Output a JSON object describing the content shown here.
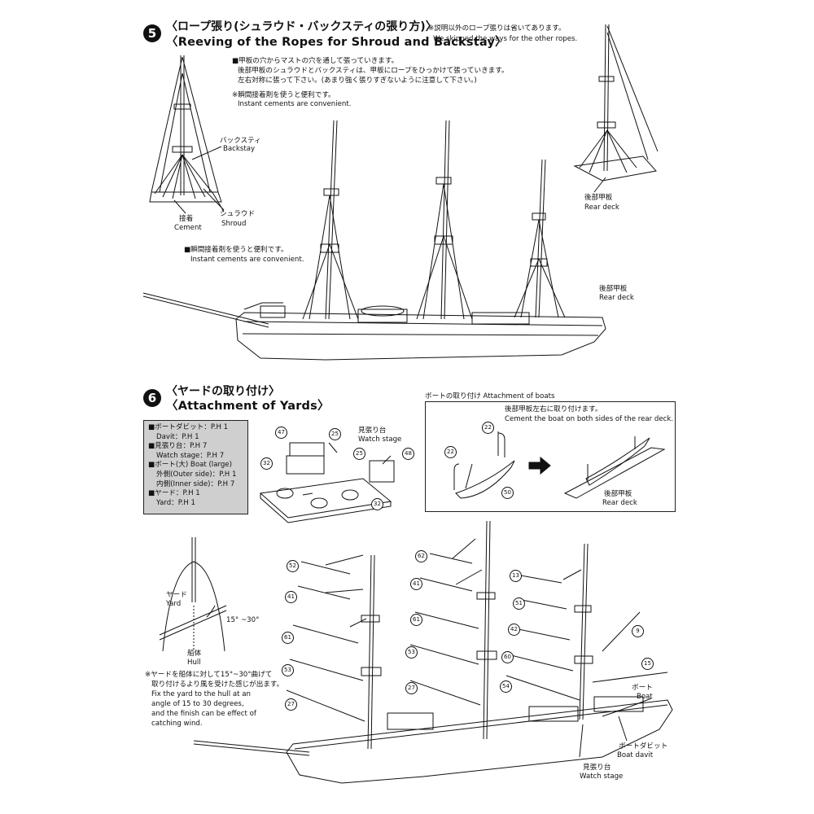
{
  "step5": {
    "number": "5",
    "title_jp": "〈ロープ張り(シュラウド・バックスティの張り方)〉",
    "title_en": "〈Reeving of the Ropes for Shroud and Backstay〉",
    "skip_note_jp": "※説明以外のロープ張りは省いてあります。",
    "skip_note_en": "We skipped the ways for the other ropes.",
    "note1_jp_1": "■甲板の穴からマストの穴を通して張っていきます。",
    "note1_jp_2": "後部甲板のシュラウドとバックスティは、甲板にロープをひっかけて張っていきます。",
    "note1_jp_3": "左右対称に張って下さい。(あまり強く張りすぎないように注意して下さい。)",
    "note2_jp": "※瞬間接着剤を使うと便利です。",
    "note2_en": "Instant cements are convenient.",
    "note3_jp": "■瞬間接着剤を使うと便利です。",
    "note3_en": "Instant cements are convenient.",
    "backstay_jp": "バックスティ",
    "backstay_en": "Backstay",
    "shroud_jp": "シュラウド",
    "shroud_en": "Shroud",
    "cement_jp": "接着",
    "cement_en": "Cement",
    "rear_deck_jp_a": "後部甲板",
    "rear_deck_en_a": "Rear deck",
    "rear_deck_jp_b": "後部甲板",
    "rear_deck_en_b": "Rear deck"
  },
  "step6": {
    "number": "6",
    "title_jp": "〈ヤードの取り付け〉",
    "title_en": "〈Attachment of Yards〉",
    "parts_box": [
      "■ボートダビット：P.H 1",
      "Davit：P.H 1",
      "■見張り台：P.H 7",
      "Watch stage：P.H 7",
      "■ボート(大) Boat (large)",
      "外側(Outer side)：P.H 1",
      "内側(Inner side)：P.H 7",
      "■ヤード：P.H 1",
      "Yard：P.H 1"
    ],
    "watch_stage_jp": "見張り台",
    "watch_stage_en": "Watch stage",
    "stage_parts": [
      "47",
      "25",
      "25",
      "48",
      "32",
      "32"
    ],
    "boats": {
      "header": "ボートの取り付け Attachment of boats",
      "note_jp": "後部甲板左右に取り付けます。",
      "note_en": "Cement the boat on both sides of the rear deck.",
      "parts": [
        "22",
        "22",
        "50"
      ],
      "rear_deck_jp": "後部甲板",
      "rear_deck_en": "Rear deck"
    },
    "yard_jp": "ヤード",
    "yard_en": "Yard",
    "angle": "15° ~30°",
    "hull_jp": "船体",
    "hull_en": "Hull",
    "tip_jp_1": "※ヤードを船体に対して15°~30°曲げて",
    "tip_jp_2": "取り付けるより風を受けた感じが出ます。",
    "tip_en_1": "Fix the yard to the hull at an",
    "tip_en_2": "angle of 15 to 30 degrees,",
    "tip_en_3": "and the finish can be effect of",
    "tip_en_4": "catching wind.",
    "yard_parts_fore": [
      "52",
      "41",
      "61",
      "53",
      "27"
    ],
    "yard_parts_main": [
      "62",
      "41",
      "61",
      "53",
      "27"
    ],
    "yard_parts_mizzen": [
      "13",
      "51",
      "42",
      "60",
      "54"
    ],
    "extra_parts": [
      "9",
      "15"
    ],
    "boat_jp": "ボート",
    "boat_en": "Boat",
    "davit_jp": "ボートダビット",
    "davit_en": "Boat davit",
    "watch_jp": "見張り台",
    "watch_en": "Watch stage"
  }
}
